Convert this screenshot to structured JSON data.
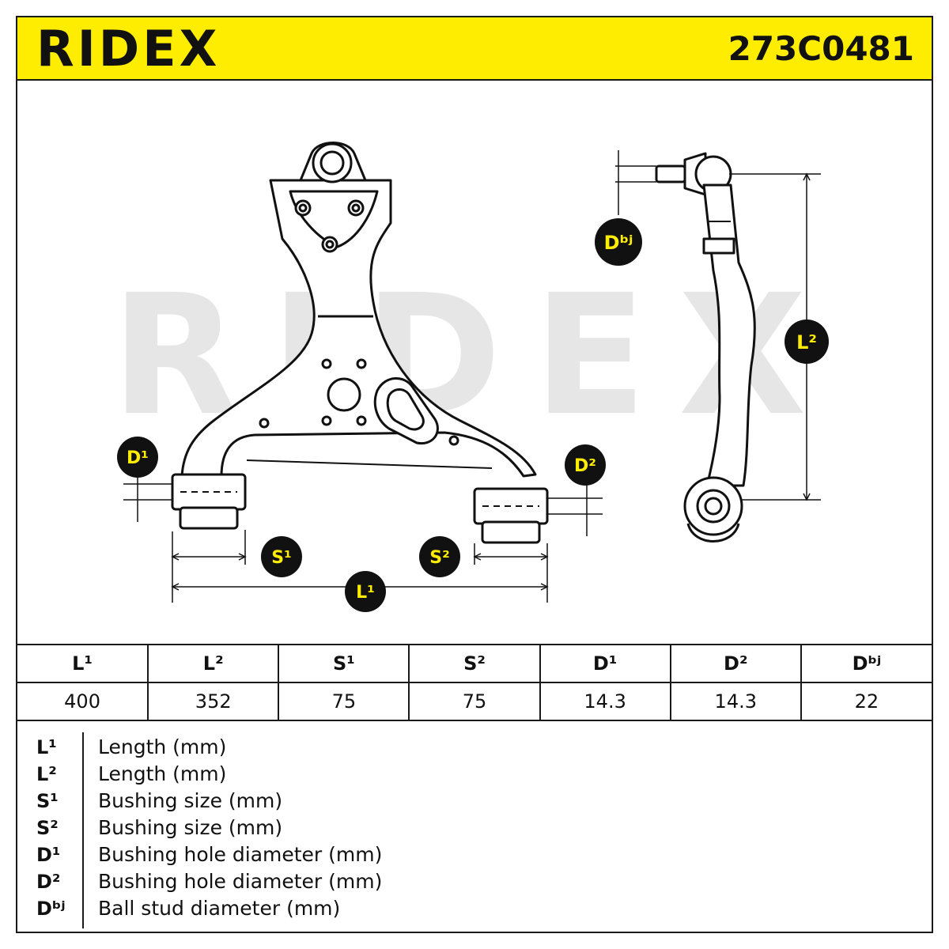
{
  "header": {
    "brand": "RIDEX",
    "part_number": "273C0481",
    "brand_color": "#ffed00"
  },
  "watermark": "RIDEX",
  "labels": {
    "D1": "D¹",
    "D2": "D²",
    "Dbj": "Dᵇʲ",
    "L1": "L¹",
    "L2": "L²",
    "S1": "S¹",
    "S2": "S²"
  },
  "specs": {
    "headers": [
      "L¹",
      "L²",
      "S¹",
      "S²",
      "D¹",
      "D²",
      "Dᵇʲ"
    ],
    "values": [
      "400",
      "352",
      "75",
      "75",
      "14.3",
      "14.3",
      "22"
    ]
  },
  "legend": [
    {
      "symbol": "L¹",
      "description": "Length (mm)"
    },
    {
      "symbol": "L²",
      "description": "Length (mm)"
    },
    {
      "symbol": "S¹",
      "description": "Bushing size (mm)"
    },
    {
      "symbol": "S²",
      "description": "Bushing size (mm)"
    },
    {
      "symbol": "D¹",
      "description": "Bushing hole diameter (mm)"
    },
    {
      "symbol": "D²",
      "description": "Bushing hole diameter (mm)"
    },
    {
      "symbol": "Dᵇʲ",
      "description": "Ball stud diameter (mm)"
    }
  ]
}
